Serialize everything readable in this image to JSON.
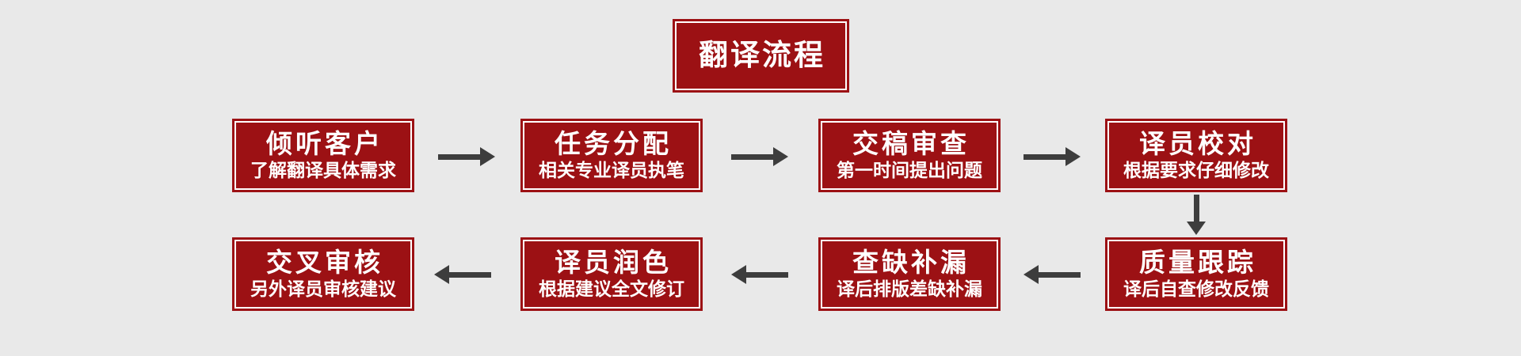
{
  "page": {
    "background_color": "#e9e9e9"
  },
  "colors": {
    "box_fill": "#9c1114",
    "box_inner_border": "#ffffff",
    "box_text": "#ffffff",
    "arrow": "#3d3d3d"
  },
  "title": {
    "label": "翻译流程"
  },
  "flow": {
    "steps": [
      {
        "title": "倾听客户",
        "subtitle": "了解翻译具体需求"
      },
      {
        "title": "任务分配",
        "subtitle": "相关专业译员执笔"
      },
      {
        "title": "交稿审查",
        "subtitle": "第一时间提出问题"
      },
      {
        "title": "译员校对",
        "subtitle": "根据要求仔细修改"
      },
      {
        "title": "质量跟踪",
        "subtitle": "译后自查修改反馈"
      },
      {
        "title": "查缺补漏",
        "subtitle": "译后排版差缺补漏"
      },
      {
        "title": "译员润色",
        "subtitle": "根据建议全文修订"
      },
      {
        "title": "交叉审核",
        "subtitle": "另外译员审核建议"
      }
    ]
  }
}
